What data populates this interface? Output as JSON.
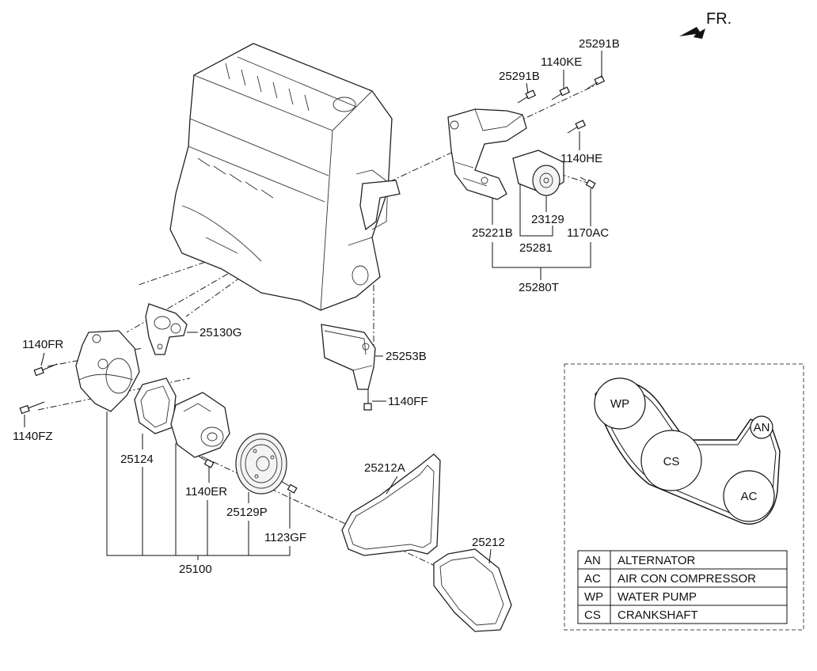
{
  "orientation": {
    "label": "FR."
  },
  "callouts": [
    {
      "id": "25291B-top",
      "text": "25291B"
    },
    {
      "id": "1140KE",
      "text": "1140KE"
    },
    {
      "id": "25291B-left",
      "text": "25291B"
    },
    {
      "id": "1140HE",
      "text": "1140HE"
    },
    {
      "id": "23129",
      "text": "23129"
    },
    {
      "id": "25221B",
      "text": "25221B"
    },
    {
      "id": "1170AC",
      "text": "1170AC"
    },
    {
      "id": "25281",
      "text": "25281"
    },
    {
      "id": "25280T",
      "text": "25280T"
    },
    {
      "id": "25130G",
      "text": "25130G"
    },
    {
      "id": "1140FR",
      "text": "1140FR"
    },
    {
      "id": "25253B",
      "text": "25253B"
    },
    {
      "id": "1140FF",
      "text": "1140FF"
    },
    {
      "id": "1140FZ",
      "text": "1140FZ"
    },
    {
      "id": "25124",
      "text": "25124"
    },
    {
      "id": "25212A",
      "text": "25212A"
    },
    {
      "id": "1140ER",
      "text": "1140ER"
    },
    {
      "id": "25129P",
      "text": "25129P"
    },
    {
      "id": "1123GF",
      "text": "1123GF"
    },
    {
      "id": "25212",
      "text": "25212"
    },
    {
      "id": "25100",
      "text": "25100"
    }
  ],
  "belt_diagram": {
    "pulleys": [
      {
        "code": "WP"
      },
      {
        "code": "AN"
      },
      {
        "code": "CS"
      },
      {
        "code": "AC"
      }
    ],
    "legend": [
      {
        "code": "AN",
        "name": "ALTERNATOR"
      },
      {
        "code": "AC",
        "name": "AIR CON COMPRESSOR"
      },
      {
        "code": "WP",
        "name": "WATER PUMP"
      },
      {
        "code": "CS",
        "name": "CRANKSHAFT"
      }
    ]
  }
}
